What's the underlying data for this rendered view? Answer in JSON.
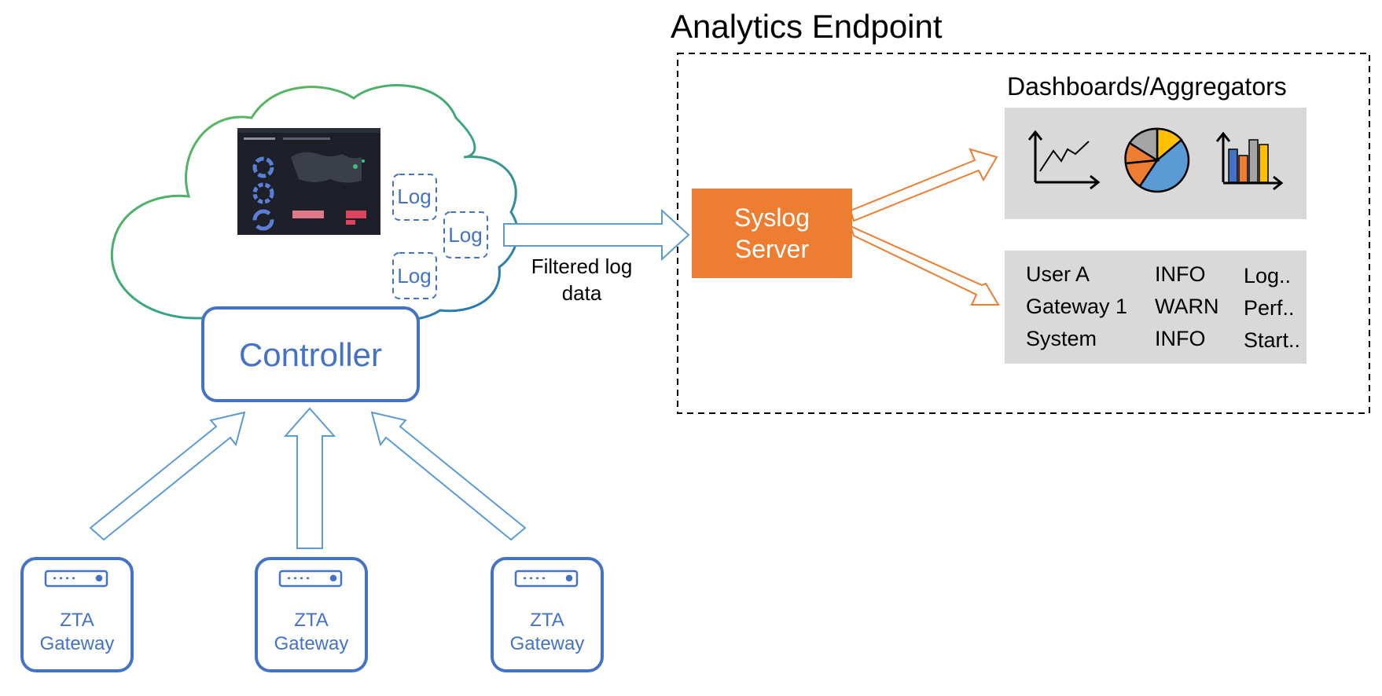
{
  "analytics_endpoint": {
    "title": "Analytics Endpoint",
    "dashboards_title": "Dashboards/Aggregators",
    "syslog_server": {
      "line1": "Syslog",
      "line2": "Server"
    },
    "log_table": [
      {
        "source": "User A",
        "level": "INFO",
        "message": "Log.."
      },
      {
        "source": "Gateway 1",
        "level": "WARN",
        "message": "Perf.."
      },
      {
        "source": "System",
        "level": "INFO",
        "message": "Start.."
      }
    ],
    "dashboard_icons": [
      "line-chart-icon",
      "pie-chart-icon",
      "bar-chart-icon"
    ]
  },
  "flow": {
    "filtered_label": "Filtered log data"
  },
  "cloud": {
    "controller_label": "Controller",
    "logs": [
      "Log",
      "Log",
      "Log"
    ]
  },
  "gateways": [
    {
      "line1": "ZTA",
      "line2": "Gateway"
    },
    {
      "line1": "ZTA",
      "line2": "Gateway"
    },
    {
      "line1": "ZTA",
      "line2": "Gateway"
    }
  ],
  "colors": {
    "blue": "#4472c4",
    "arrow_blue": "#5b9bd5",
    "orange": "#ed7d31",
    "panel_gray": "#d9d9d9",
    "cloud_green": "#5cb85c",
    "cloud_teal": "#2e86c1"
  }
}
